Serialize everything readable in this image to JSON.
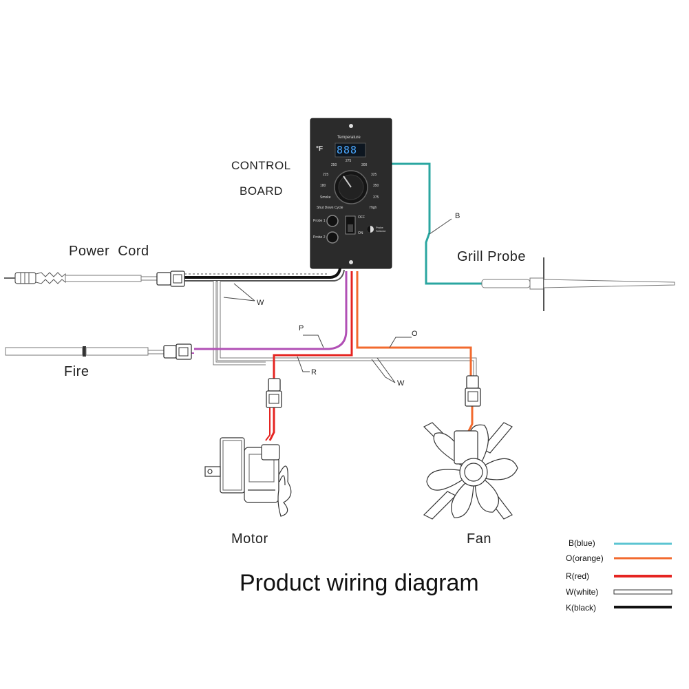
{
  "title": "Product wiring diagram",
  "labels": {
    "control_board_line1": "CONTROL",
    "control_board_line2": "BOARD",
    "power_cord": "Power  Cord",
    "grill_probe": "Grill Probe",
    "fire": "Fire",
    "motor": "Motor",
    "fan": "Fan"
  },
  "wire_letters": {
    "blue": "B",
    "white_power": "W",
    "purple": "P",
    "orange": "O",
    "red": "R",
    "white_motor_fan": "W"
  },
  "panel": {
    "header": "Temperature",
    "unit": "°F",
    "display": "888",
    "dial_marks": [
      "275",
      "250",
      "300",
      "225",
      "325",
      "180",
      "350",
      "Smoke",
      "375",
      "Shut Down Cycle",
      "High"
    ],
    "probe1": "Probe 1",
    "probe2": "Probe 2",
    "switch_off": "OFF",
    "switch_on": "ON",
    "probe_selector": "Probe Selector"
  },
  "legend": [
    {
      "label": "B(blue)",
      "color": "#5bc4d2"
    },
    {
      "label": "O(orange)",
      "color": "#f26a2e"
    },
    {
      "label": "R(red)",
      "color": "#e52421"
    },
    {
      "label": "W(white)",
      "color": "#ffffff"
    },
    {
      "label": "K(black)",
      "color": "#111111"
    }
  ],
  "colors": {
    "blue_wire": "#2aa6a0",
    "purple_wire": "#b14fb5",
    "orange_wire": "#f26a2e",
    "red_wire": "#e52421",
    "black_wire": "#111111",
    "panel": "#2b2b2b"
  }
}
